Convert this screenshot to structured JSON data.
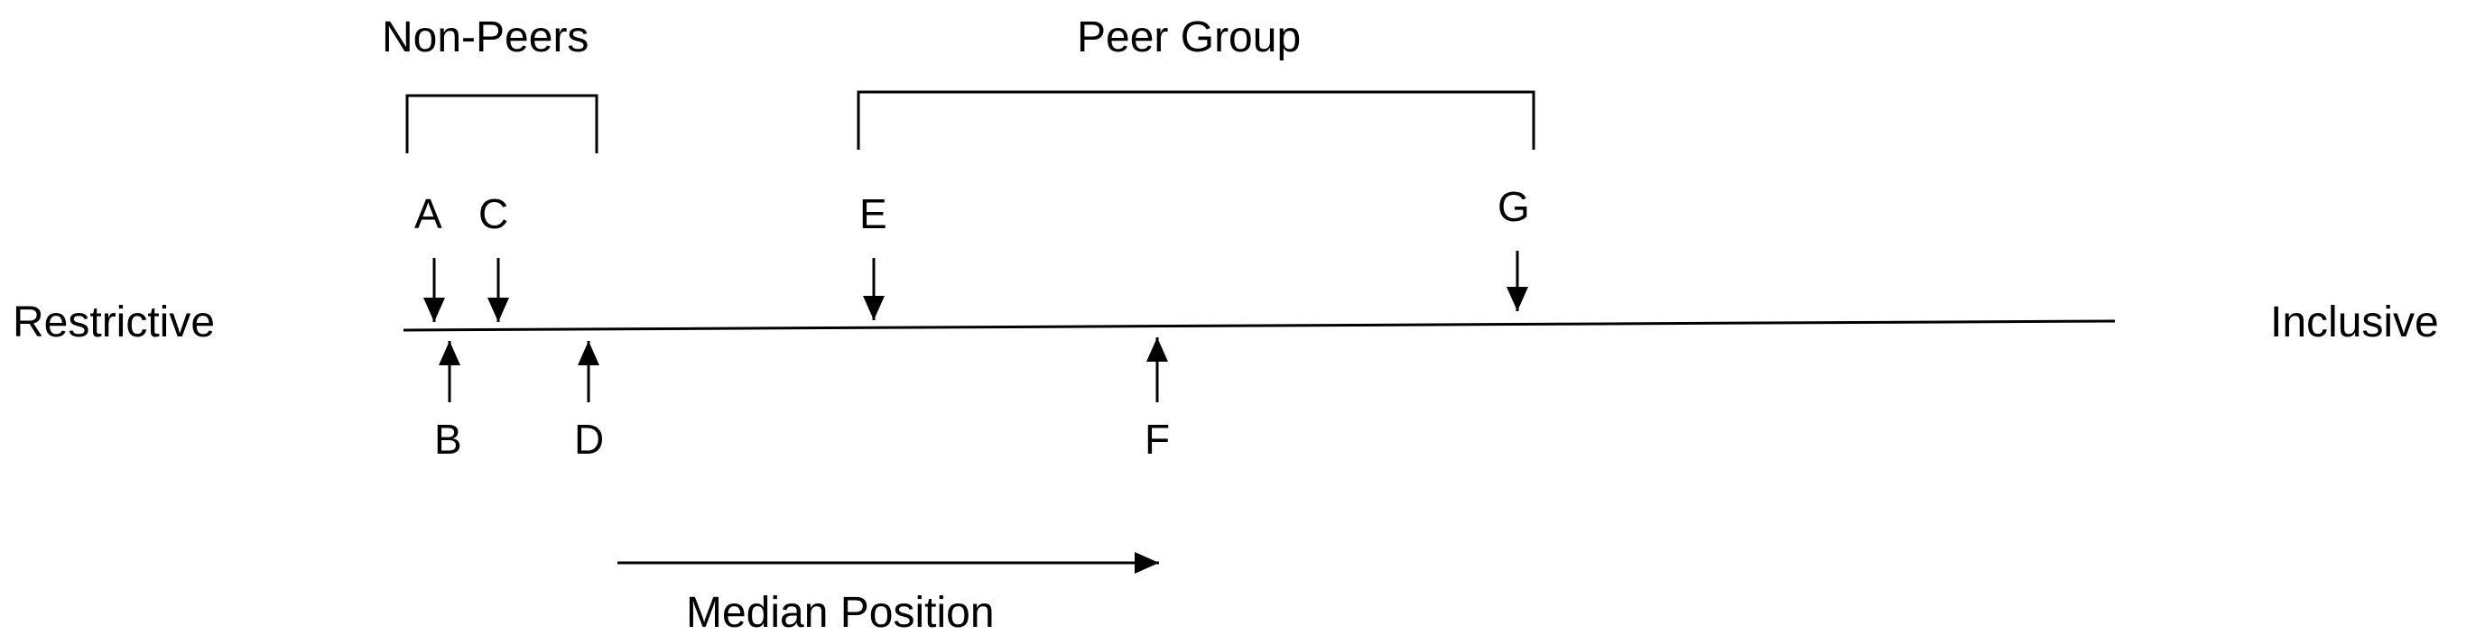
{
  "scale": {
    "left_label": "Restrictive",
    "right_label": "Inclusive"
  },
  "groups": {
    "non_peers": "Non-Peers",
    "peer_group": "Peer Group"
  },
  "markers": {
    "a": "A",
    "b": "B",
    "c": "C",
    "d": "D",
    "e": "E",
    "f": "F",
    "g": "G"
  },
  "median": {
    "label": "Median Position"
  },
  "colors": {
    "ink": "#000000",
    "background": "#ffffff"
  }
}
